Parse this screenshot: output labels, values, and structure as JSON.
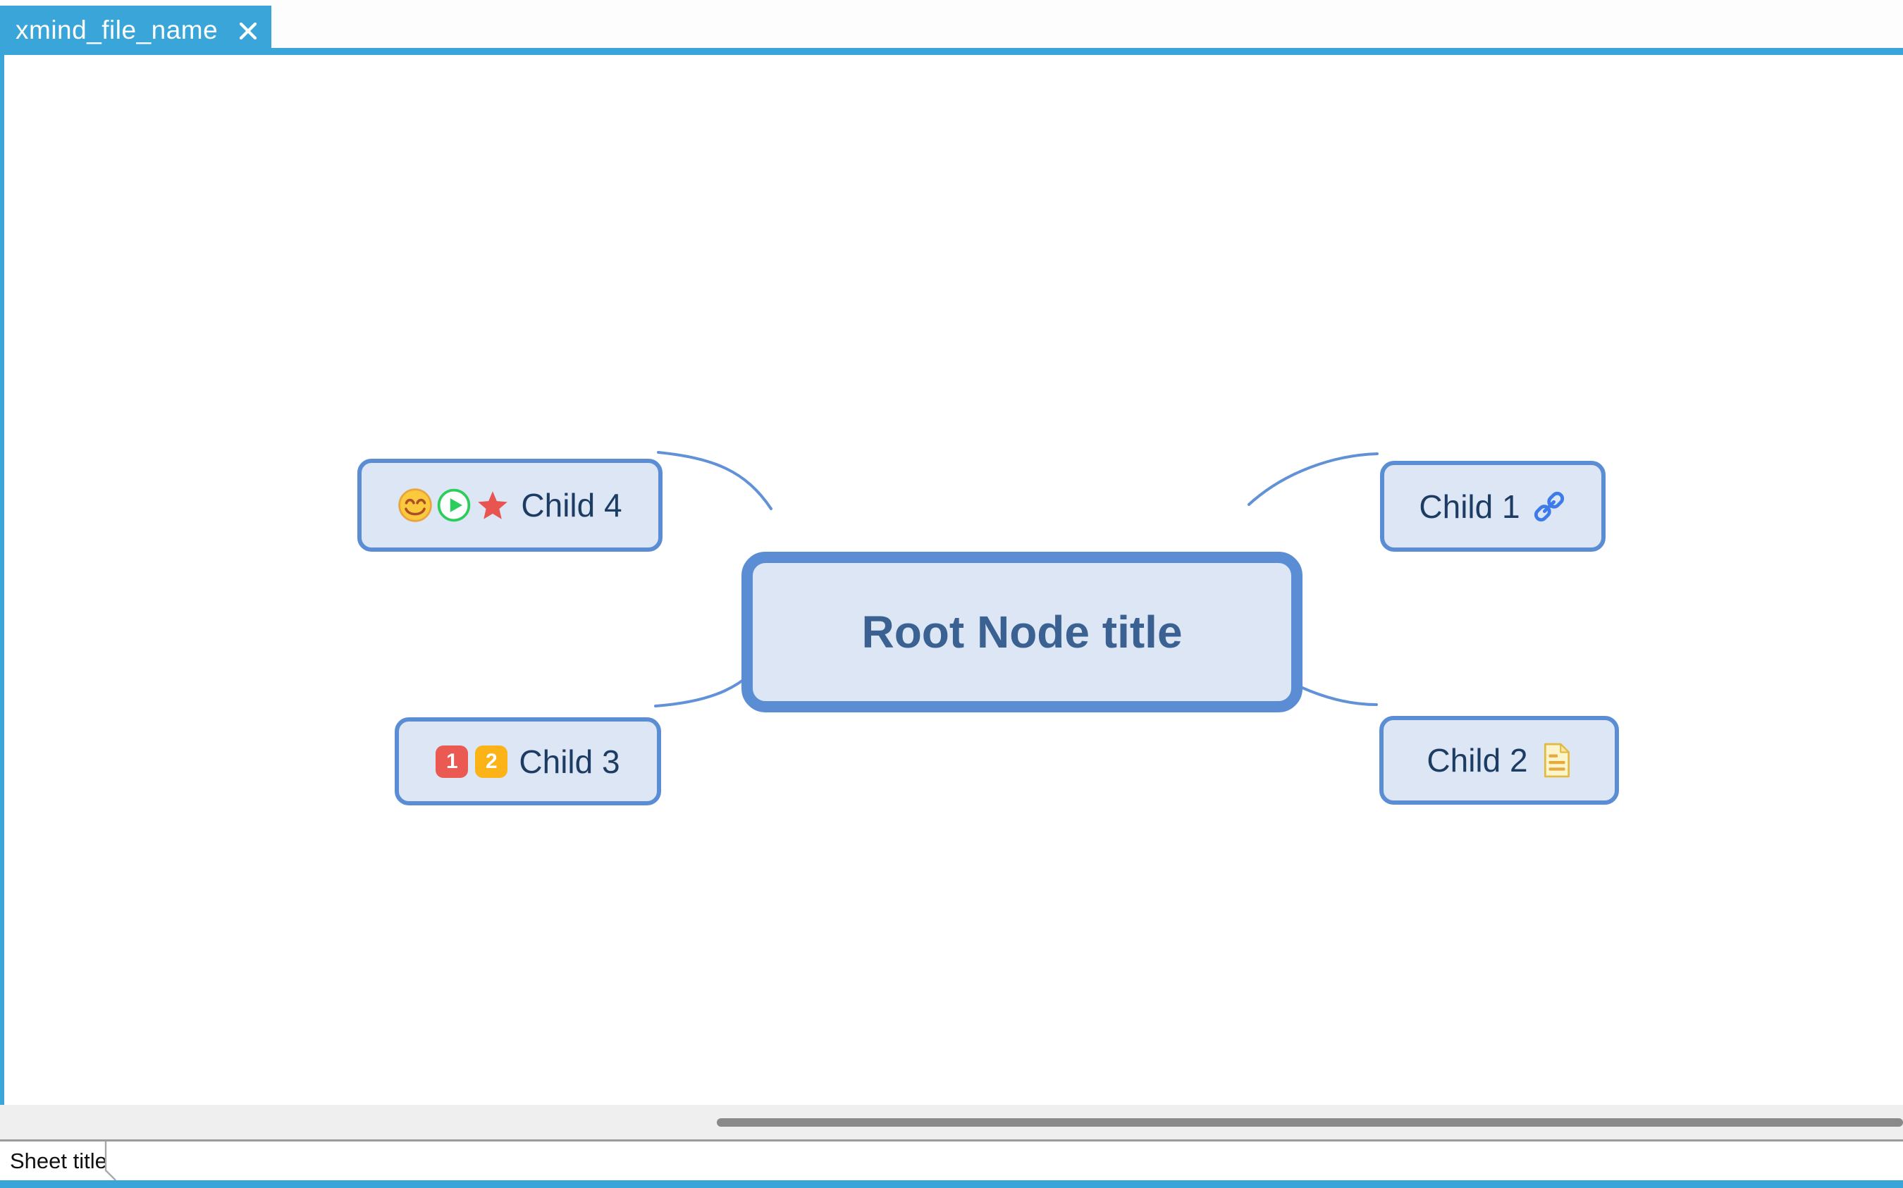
{
  "window": {
    "file_tab": "xmind_file_name",
    "sheet_tab": "Sheet title"
  },
  "colors": {
    "accent_blue": "#3AA5D9",
    "node_border": "#5B8DD4",
    "node_fill": "#DCE6F4",
    "root_text_color": "#3A6191",
    "child_text_color": "#1D3C63",
    "connector": "#6191D6",
    "marker_red": "#EA5A52",
    "marker_amber": "#FBB317",
    "marker_green": "#2BCE5B",
    "marker_star_red": "#E8544F",
    "link_blue": "#3D7CE8",
    "note_yellow": "#E5B83E",
    "scrollbar_thumb": "#8A8A8A",
    "scrollbar_track": "#EFEFEF"
  },
  "mindmap": {
    "root": {
      "label": "Root Node title"
    },
    "children": [
      {
        "label": "Child 1",
        "icons": [
          "link-icon"
        ]
      },
      {
        "label": "Child 2",
        "icons": [
          "note-icon"
        ]
      },
      {
        "label": "Child 3",
        "badges": [
          "1",
          "2"
        ]
      },
      {
        "label": "Child 4",
        "icons": [
          "smiley-icon",
          "play-icon",
          "star-icon"
        ]
      }
    ]
  }
}
